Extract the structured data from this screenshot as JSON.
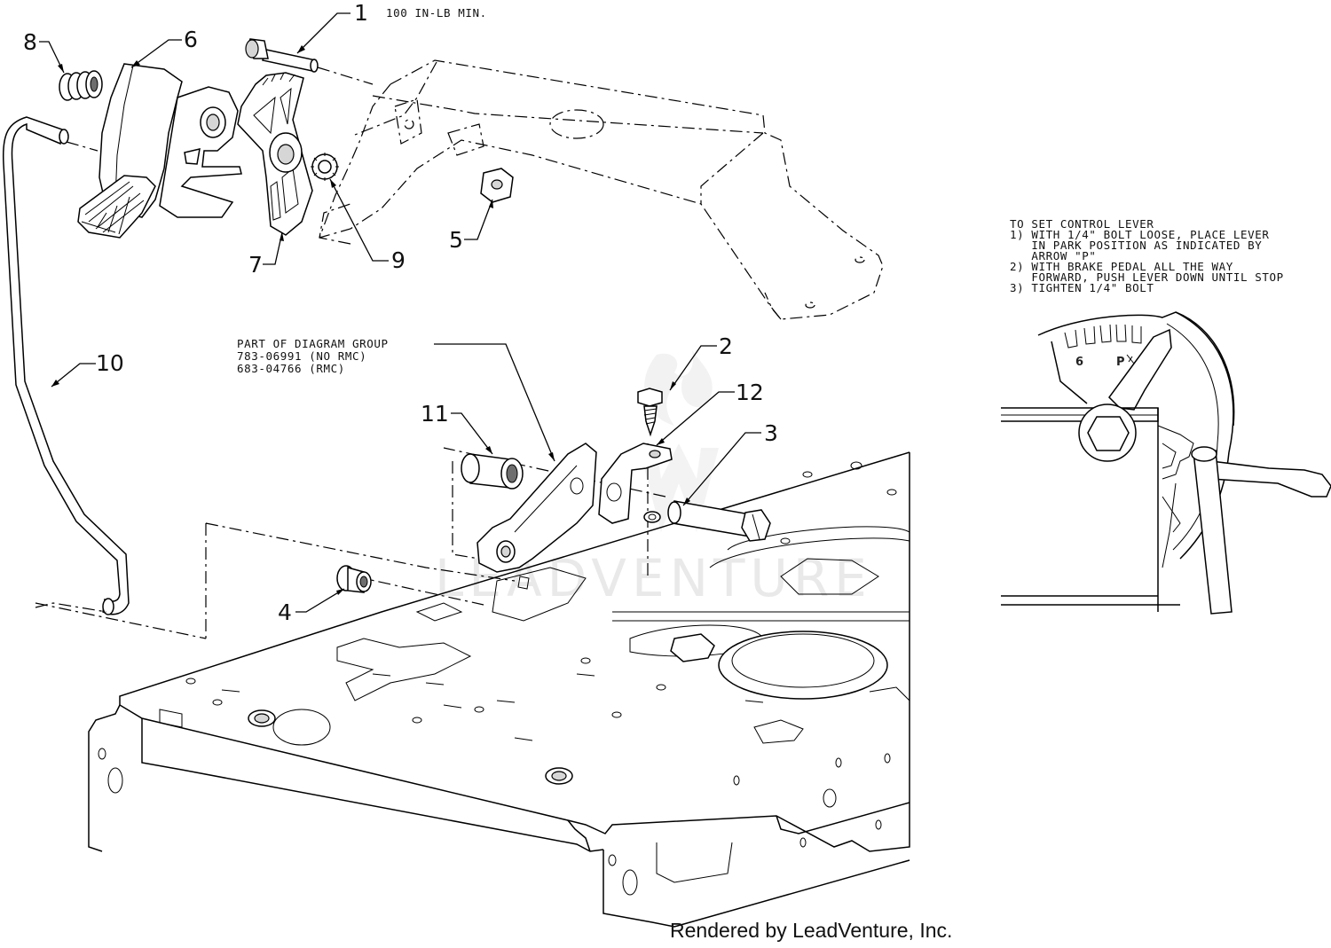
{
  "torque_note": "100 IN-LB MIN.",
  "callouts": {
    "c1": "1",
    "c2": "2",
    "c3": "3",
    "c4": "4",
    "c5": "5",
    "c6": "6",
    "c7": "7",
    "c8": "8",
    "c9": "9",
    "c10": "10",
    "c11": "11",
    "c12": "12"
  },
  "group_note": {
    "line1": "PART OF DIAGRAM GROUP",
    "line2": "783-06991 (NO RMC)",
    "line3": "683-04766 (RMC)"
  },
  "instructions": {
    "title": "TO SET CONTROL LEVER",
    "lines": [
      "1) WITH 1/4\" BOLT LOOSE, PLACE LEVER",
      "   IN PARK POSITION AS INDICATED BY",
      "   ARROW \"P\"",
      "2) WITH BRAKE PEDAL ALL THE WAY",
      "   FORWARD, PUSH LEVER DOWN UNTIL STOP",
      "3) TIGHTEN 1/4\" BOLT"
    ]
  },
  "detail_marks": {
    "gear_mark": "6",
    "park_mark": "P"
  },
  "watermark": "LEADVENTURE",
  "footer": "Rendered by LeadVenture, Inc."
}
